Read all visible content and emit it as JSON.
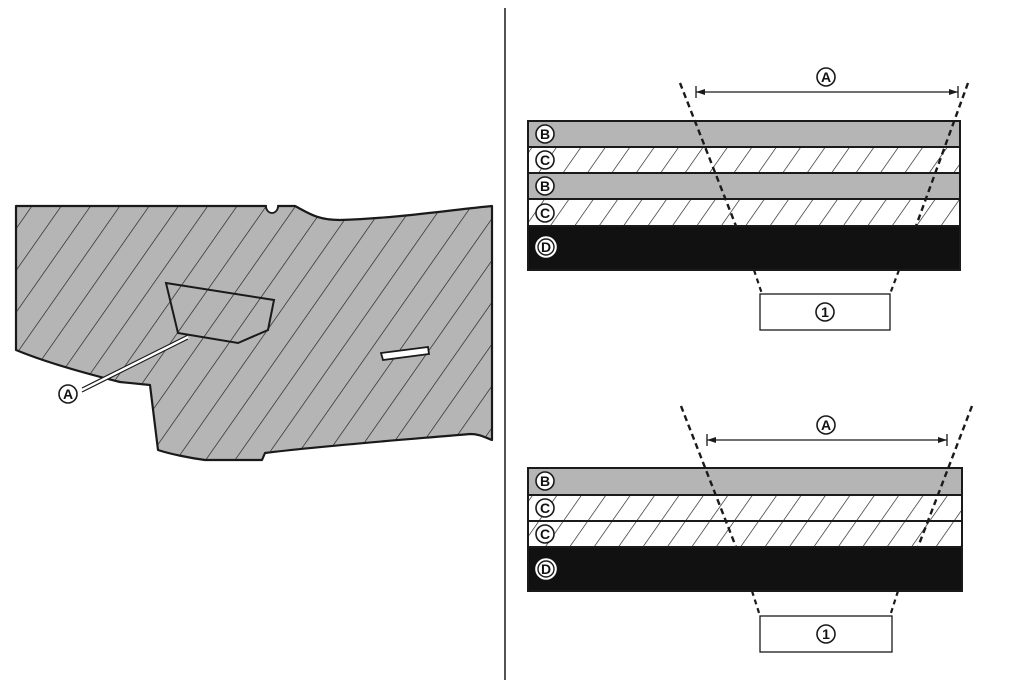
{
  "colors": {
    "gray_fill": "#b5b5b5",
    "dark_fill": "#111111",
    "line": "#1a1a1a",
    "background": "#ffffff"
  },
  "left_figure": {
    "callout_label": "A"
  },
  "top_stack": {
    "dimension_label": "A",
    "layers": [
      "B",
      "C",
      "B",
      "C",
      "D"
    ],
    "part_label": "1"
  },
  "bottom_stack": {
    "dimension_label": "A",
    "layers": [
      "B",
      "C",
      "C",
      "D"
    ],
    "part_label": "1"
  }
}
